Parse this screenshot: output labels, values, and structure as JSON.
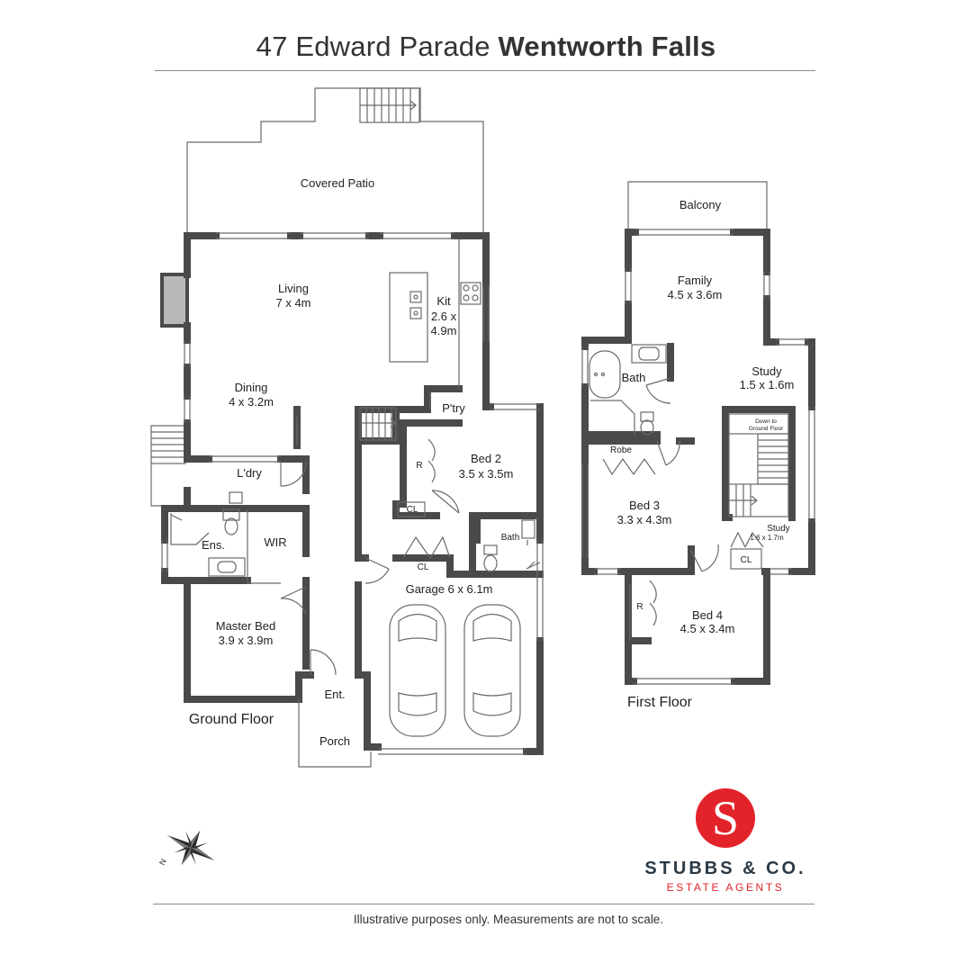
{
  "header": {
    "address": "47 Edward Parade",
    "suburb": "Wentworth Falls"
  },
  "ground_floor": {
    "floor_label": "Ground Floor",
    "rooms": {
      "covered_patio": "Covered Patio",
      "living": "Living",
      "living_size": "7 x 4m",
      "kitchen": "Kit",
      "kitchen_size_1": "2.6 x",
      "kitchen_size_2": "4.9m",
      "dining": "Dining",
      "dining_size": "4 x 3.2m",
      "pantry": "P'try",
      "bed2": "Bed 2",
      "bed2_size": "3.5 x 3.5m",
      "bed2_robe": "R",
      "closet_1": "CL",
      "closet_2": "CL",
      "laundry": "L'dry",
      "ensuite": "Ens.",
      "wir": "WIR",
      "bath": "Bath",
      "garage": "Garage 6 x 6.1m",
      "master_bed": "Master Bed",
      "master_bed_size": "3.9 x 3.9m",
      "entry": "Ent.",
      "porch": "Porch"
    }
  },
  "first_floor": {
    "floor_label": "First Floor",
    "rooms": {
      "balcony": "Balcony",
      "family": "Family",
      "family_size": "4.5 x 3.6m",
      "bath": "Bath",
      "study": "Study",
      "study_size": "1.5 x 1.6m",
      "stairs_note_1": "Down to",
      "stairs_note_2": "Ground Floor",
      "robe": "Robe",
      "bed3": "Bed 3",
      "bed3_size": "3.3 x 4.3m",
      "study2": "Study",
      "study2_size": "1.6 x 1.7m",
      "closet": "CL",
      "bed4_robe": "R",
      "bed4": "Bed 4",
      "bed4_size": "4.5 x 3.4m"
    }
  },
  "compass": {
    "north_label": "N",
    "icon": "compass-rose-icon"
  },
  "brand": {
    "logo_letter": "S",
    "name": "STUBBS & CO.",
    "tagline": "ESTATE AGENTS",
    "logo_color": "#e3232a",
    "name_color": "#2b3a47"
  },
  "footer": {
    "disclaimer": "Illustrative purposes only. Measurements are not to scale."
  },
  "colors": {
    "wall": "#4a4a4a",
    "thin_line": "#6a6a6a",
    "fireplace": "#b9b9b9"
  }
}
